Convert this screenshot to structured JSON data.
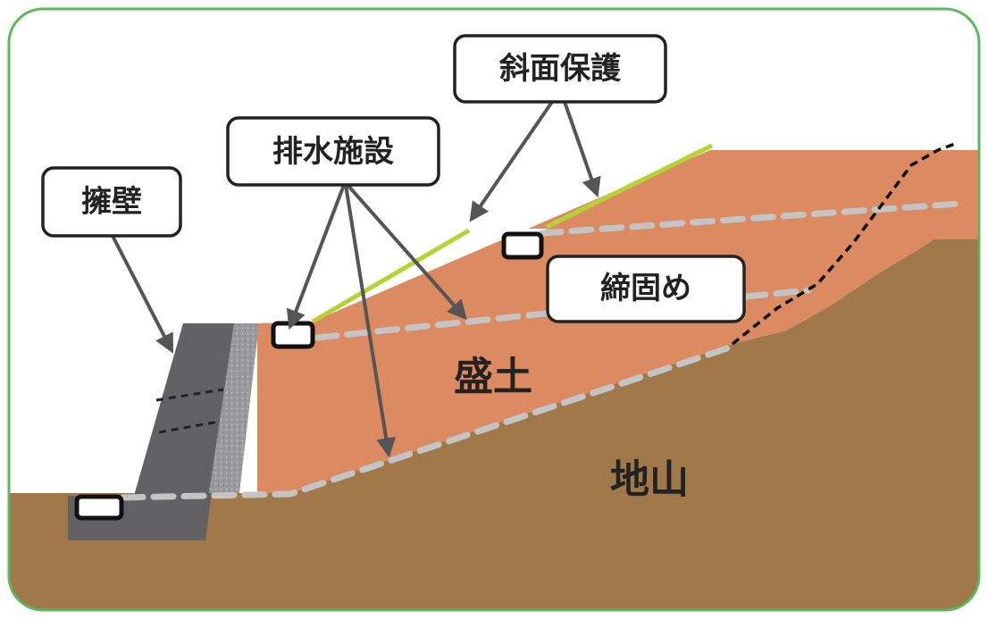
{
  "colors": {
    "frame": "#5cb85c",
    "bedrock": "#a0784a",
    "embankment": "#dc8a62",
    "retaining_wall": "#626265",
    "gravel": "#9a9a9e",
    "slope_protection": "#b7d235",
    "compaction_line": "#c4c4c4",
    "drain_outline": "#111111"
  },
  "labels": {
    "retaining_wall": "擁壁",
    "drainage": "排水施設",
    "slope_protection": "斜面保護",
    "compaction": "締固め",
    "embankment": "盛土",
    "bedrock": "地山"
  }
}
